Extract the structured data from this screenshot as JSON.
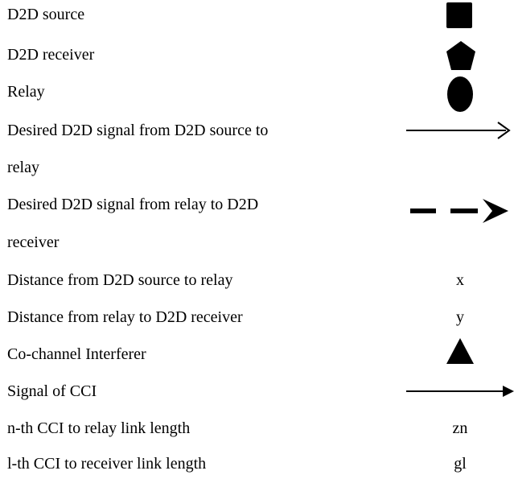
{
  "legend": {
    "items": [
      {
        "label": "D2D source",
        "symbol": "square"
      },
      {
        "label": "D2D receiver",
        "symbol": "pentagon"
      },
      {
        "label": "Relay",
        "symbol": "circle"
      },
      {
        "label_line1": "Desired D2D signal from D2D source to",
        "label_line2": "relay",
        "symbol": "solid-arrow"
      },
      {
        "label_line1": "Desired D2D signal from relay to D2D",
        "label_line2": "receiver",
        "symbol": "dashed-arrow"
      },
      {
        "label": "Distance from D2D source to relay",
        "value": "x"
      },
      {
        "label": "Distance from relay to D2D receiver",
        "value": "y"
      },
      {
        "label": "Co-channel Interferer",
        "symbol": "triangle"
      },
      {
        "label": "Signal of CCI",
        "symbol": "arrow"
      },
      {
        "label": "n-th CCI to relay link length",
        "value": "zn"
      },
      {
        "label": "l-th CCI to receiver link length",
        "value": "gl"
      }
    ]
  },
  "colors": {
    "ink": "#000000",
    "background": "#ffffff"
  }
}
